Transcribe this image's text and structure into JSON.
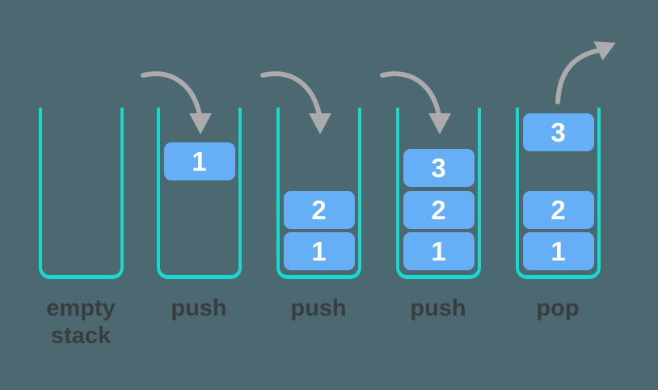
{
  "colors": {
    "background": "#4C6971",
    "stack_outline": "#16DACD",
    "box_fill": "#66AFF7",
    "box_text": "#FFFFFF",
    "arrow": "#ABABAB",
    "label_text": "#393D40"
  },
  "stages": [
    {
      "label": "empty stack",
      "arrow": null,
      "boxes": []
    },
    {
      "label": "push",
      "arrow": "push-down",
      "boxes": [
        {
          "value": "1"
        }
      ]
    },
    {
      "label": "push",
      "arrow": "push-down",
      "boxes": [
        {
          "value": "2"
        },
        {
          "value": "1"
        }
      ]
    },
    {
      "label": "push",
      "arrow": "push-down",
      "boxes": [
        {
          "value": "3"
        },
        {
          "value": "2"
        },
        {
          "value": "1"
        }
      ]
    },
    {
      "label": "pop",
      "arrow": "pop-up",
      "boxes": [
        {
          "value": "3"
        },
        {
          "value": "2"
        },
        {
          "value": "1"
        }
      ]
    }
  ]
}
